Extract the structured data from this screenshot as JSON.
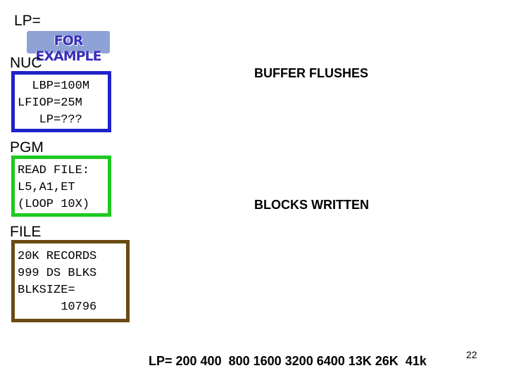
{
  "lp_label": "LP=",
  "badge": "FOR EXAMPLE",
  "nuc": {
    "label": "NUC",
    "border_color": "#1e22c8",
    "lines": [
      "  LBP=100M",
      "LFIOP=25M",
      "   LP=???"
    ]
  },
  "pgm": {
    "label": "PGM",
    "border_color": "#1ec81e",
    "lines": [
      "READ FILE:",
      "L5,A1,ET",
      "(LOOP 10X)"
    ]
  },
  "file": {
    "label": "FILE",
    "border_color": "#6a4a14",
    "lines": [
      "20K RECORDS",
      "999 DS BLKS",
      "BLKSIZE=",
      "      10796"
    ]
  },
  "buffer_flushes": "BUFFER FLUSHES",
  "blocks_written": "BLOCKS WRITTEN",
  "lp_values": "LP= 200 400  800 1600 3200 6400 13K 26K  41k",
  "page_number": "22"
}
